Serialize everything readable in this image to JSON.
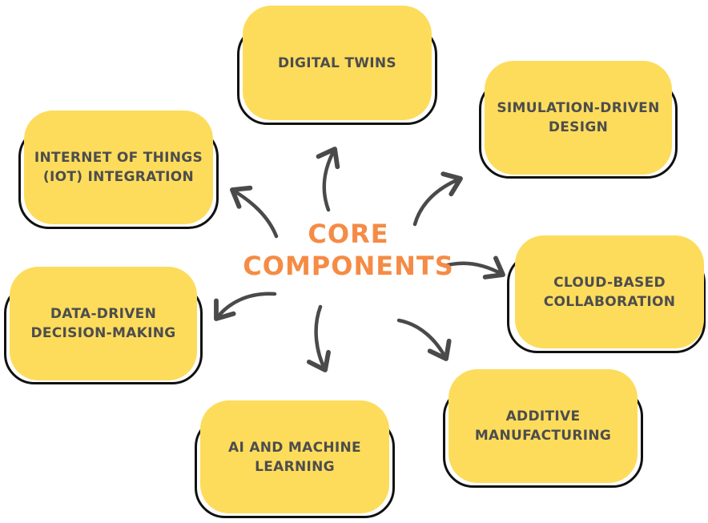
{
  "center": {
    "line1": "CORE",
    "line2": "COMPONENTS"
  },
  "nodes": [
    {
      "label": "DIGITAL TWINS"
    },
    {
      "label": "SIMULATION-DRIVEN DESIGN"
    },
    {
      "label": "INTERNET OF THINGS (IOT) INTEGRATION"
    },
    {
      "label": "CLOUD-BASED COLLABORATION"
    },
    {
      "label": "DATA-DRIVEN DECISION-MAKING"
    },
    {
      "label": "ADDITIVE MANUFACTURING"
    },
    {
      "label": "AI AND MACHINE LEARNING"
    }
  ],
  "colors": {
    "box": "#FDDC5C",
    "center_text": "#F58B45",
    "node_text": "#4d4d4d",
    "arrow": "#4a4a4a"
  }
}
